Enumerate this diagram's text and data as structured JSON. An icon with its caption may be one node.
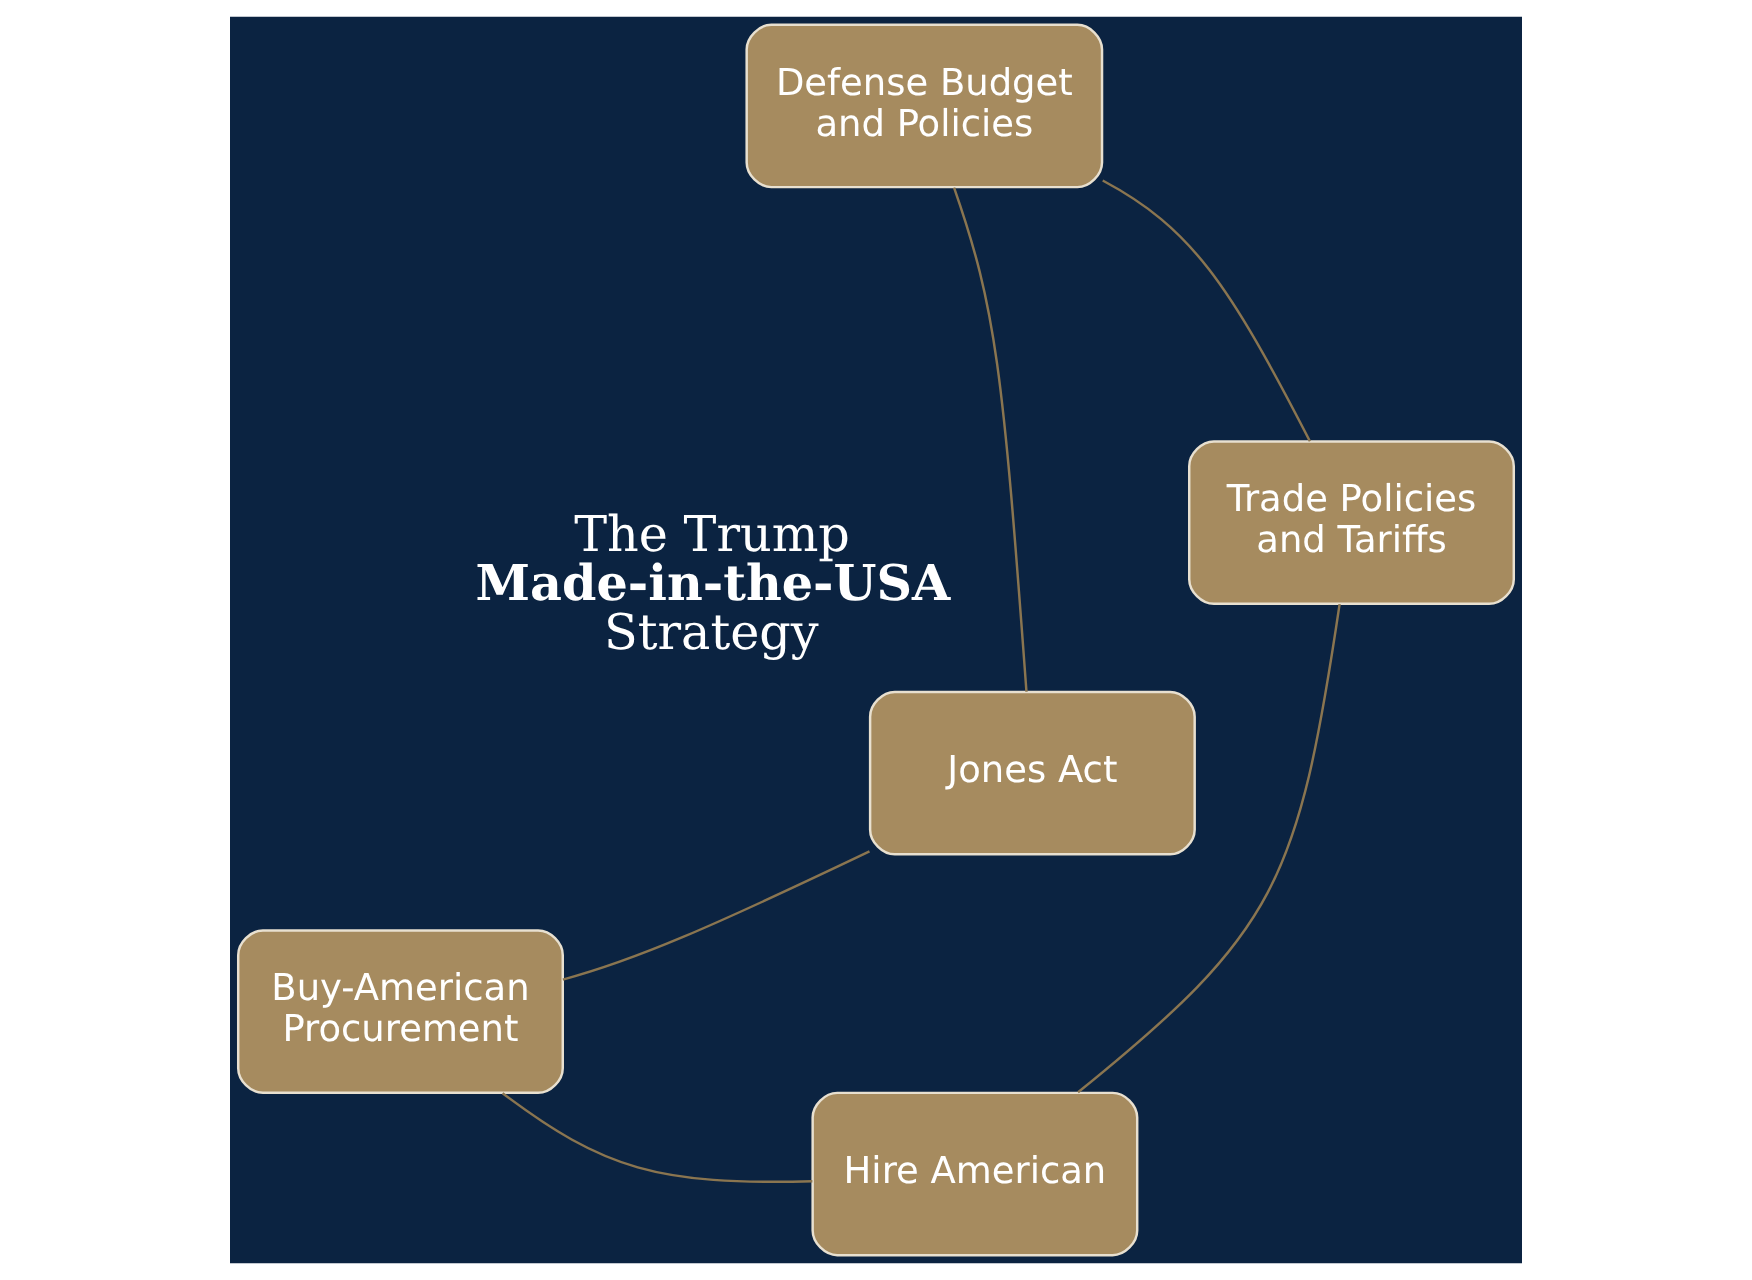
{
  "diagram": {
    "nodes": [
      {
        "text": [
          "Buy-American Procurement"
        ]
      },
      {
        "text": [
          "Jones Act"
        ]
      },
      {
        "text": [
          "Hire American"
        ]
      },
      {
        "text": [
          "Defense Budget and Policies"
        ]
      },
      {
        "text": [
          "Trade Policies and Tariffs"
        ]
      }
    ],
    "edges": [
      {
        "from": 0,
        "to": 2,
        "arrow": "none"
      },
      {
        "from": 2,
        "to": 4,
        "arrow": "none"
      },
      {
        "from": 4,
        "to": 3,
        "arrow": "none"
      },
      {
        "from": 3,
        "to": 1,
        "arrow": "none"
      },
      {
        "from": 1,
        "to": 0,
        "arrow": "none"
      }
    ],
    "labels": [
      "The Trump **Made-in-the-USA** Strategy"
    ]
  }
}
